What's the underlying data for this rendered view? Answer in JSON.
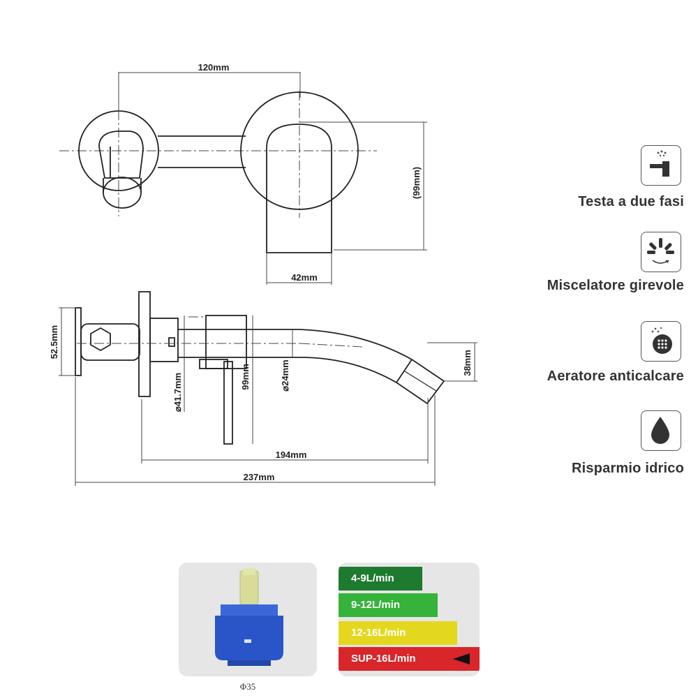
{
  "dimensions": {
    "top_width": "120mm",
    "top_height": "(99mm)",
    "spout_width": "42mm",
    "plate_height": "52.5mm",
    "body_diameter": "⌀41.7mm",
    "lever_length": "99mm",
    "spout_diameter": "⌀24mm",
    "spout_tip": "38mm",
    "spout_reach": "194mm",
    "total_length": "237mm"
  },
  "features": [
    {
      "label": "Testa a due fasi",
      "icon": "faucet-icon"
    },
    {
      "label": "Miscelatore girevole",
      "icon": "swivel-spray-icon"
    },
    {
      "label": "Aeratore anticalcare",
      "icon": "aerator-icon"
    },
    {
      "label": "Risparmio idrico",
      "icon": "eco-drop-icon"
    }
  ],
  "cartridge": {
    "caption": "Φ35",
    "colors": {
      "body": "#2a55c8",
      "stem": "#d8dc98"
    }
  },
  "flow_rates": [
    {
      "label": "4-9L/min",
      "color": "#1e7a2e"
    },
    {
      "label": "9-12L/min",
      "color": "#36b33a"
    },
    {
      "label": "12-16L/min",
      "color": "#e4d81f"
    },
    {
      "label": "SUP-16L/min",
      "color": "#d8262a"
    }
  ]
}
